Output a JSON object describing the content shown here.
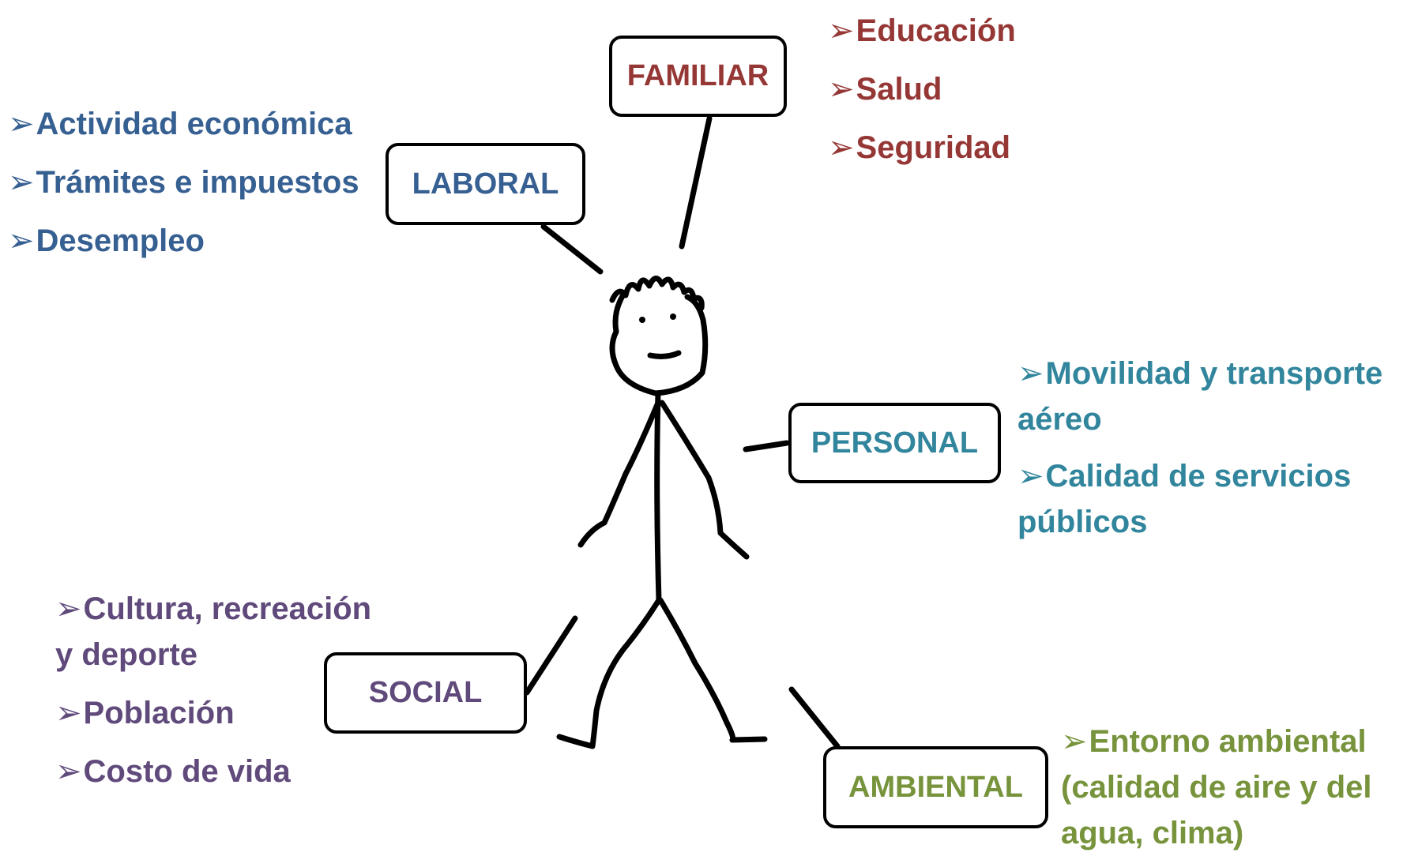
{
  "categories": {
    "familiar": {
      "label": "FAMILIAR",
      "color": "#953735",
      "items": [
        "Educación",
        "Salud",
        "Seguridad"
      ]
    },
    "laboral": {
      "label": "LABORAL",
      "color": "#376092",
      "items": [
        "Actividad económica",
        "Trámites e impuestos",
        "Desempleo"
      ]
    },
    "personal": {
      "label": "PERSONAL",
      "color": "#31859c",
      "items": [
        "Movilidad y transporte aéreo",
        "Calidad de servicios públicos"
      ]
    },
    "social": {
      "label": "SOCIAL",
      "color": "#604a7b",
      "items": [
        "Cultura, recreación y deporte",
        "Población",
        "Costo de vida"
      ]
    },
    "ambiental": {
      "label": "AMBIENTAL",
      "color": "#77933c",
      "items": [
        "Entorno ambiental (calidad de aire y del agua, clima)"
      ]
    }
  },
  "bullet_glyph": "➢"
}
